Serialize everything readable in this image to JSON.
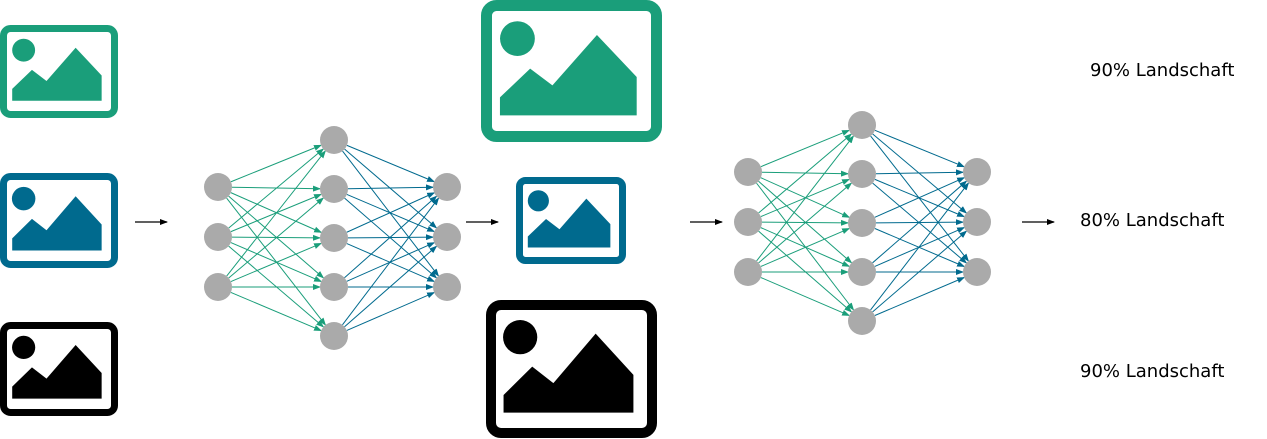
{
  "colors": {
    "green": "#1a9e7a",
    "blue": "#006a8e",
    "black": "#000000",
    "node": "#aaaaaa",
    "arrow": "#000000"
  },
  "icons": {
    "input": [
      "image-icon-green",
      "image-icon-blue",
      "image-icon-black"
    ],
    "weighted": [
      "image-icon-green-large",
      "image-icon-blue-small",
      "image-icon-black-large"
    ]
  },
  "networks": [
    {
      "layers": [
        3,
        5,
        3
      ]
    },
    {
      "layers": [
        3,
        5,
        3
      ]
    }
  ],
  "results": [
    {
      "label": "90% Landschaft"
    },
    {
      "label": "80% Landschaft"
    },
    {
      "label": "90% Landschaft"
    }
  ]
}
